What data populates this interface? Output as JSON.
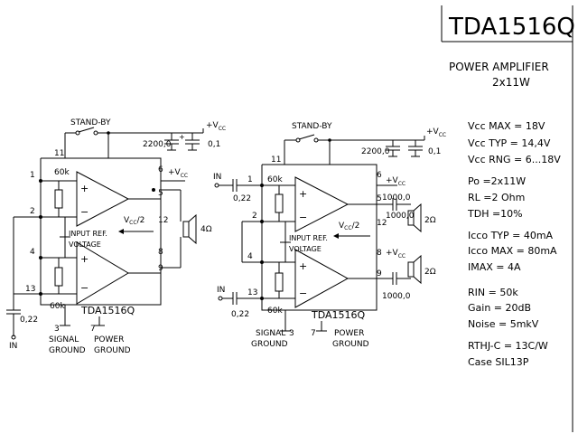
{
  "header": {
    "part_number": "TDA1516Q",
    "subtitle_line1": "POWER AMPLIFIER",
    "subtitle_line2": "2x11W"
  },
  "left_circuit": {
    "standby": "STAND-BY",
    "vcc": "+V",
    "vcc_sub": "CC",
    "cap_big": "2200,0",
    "cap_small": "0,1",
    "chip_label": "TDA1516Q",
    "res_top": "60k",
    "res_bottom": "60k",
    "vcc_half": "V",
    "vcc_half_sub": "CC",
    "vcc_half_suffix": "/2",
    "input_ref_1": "INPUT REF.",
    "input_ref_2": "VOLTAGE",
    "speaker_ohm": "4Ω",
    "cap_in": "0,22",
    "in_label": "IN",
    "signal_1": "SIGNAL",
    "signal_2": "GROUND",
    "power_1": "POWER",
    "power_2": "GROUND",
    "pins": {
      "p1": "1",
      "p2": "2",
      "p3": "3",
      "p4": "4",
      "p5": "5",
      "p6": "6",
      "p7": "7",
      "p8": "8",
      "p9": "9",
      "p11": "11",
      "p12": "12",
      "p13": "13"
    },
    "plus": "+",
    "minus": "−"
  },
  "right_circuit": {
    "standby": "STAND-BY",
    "vcc": "+V",
    "vcc_sub": "CC",
    "cap_big": "2200,0",
    "cap_small": "0,1",
    "chip_label": "TDA1516Q",
    "res_top": "60k",
    "res_bottom": "60k",
    "vcc_half": "V",
    "vcc_half_sub": "CC",
    "vcc_half_suffix": "/2",
    "input_ref_1": "INPUT REF.",
    "input_ref_2": "VOLTAGE",
    "cap_out_top": "1000,0",
    "cap_out_mid": "1000,0",
    "cap_out_bottom": "1000,0",
    "speaker_top": "2Ω",
    "speaker_bottom": "2Ω",
    "in_top": "IN",
    "in_bottom": "IN",
    "cap_in_top": "0,22",
    "cap_in_bottom": "0,22",
    "signal_1": "SIGNAL",
    "signal_2": "GROUND",
    "power_1": "POWER",
    "power_2": "GROUND",
    "pins": {
      "p1": "1",
      "p2": "2",
      "p3": "3",
      "p4": "4",
      "p5": "5",
      "p6": "6",
      "p7": "7",
      "p8": "8",
      "p9": "9",
      "p11": "11",
      "p12": "12",
      "p13": "13"
    },
    "plus": "+",
    "minus": "−"
  },
  "specs": {
    "vcc_max": "Vcc MAX = 18V",
    "vcc_typ": "Vcc TYP = 14,4V",
    "vcc_rng": "Vcc RNG = 6...18V",
    "po": "Po   =2x11W",
    "rl": "RL   =2 Ohm",
    "tdh": "TDH =10%",
    "icco_typ": "Icco TYP = 40mA",
    "icco_max": "Icco MAX = 80mA",
    "imax": "IMAX    =    4A",
    "rin": "RIN   =  50k",
    "gain": "Gain  = 20dB",
    "noise": "Noise = 5mkV",
    "rthj": "RTHJ-C = 13C/W",
    "case": "Case SIL13P"
  }
}
